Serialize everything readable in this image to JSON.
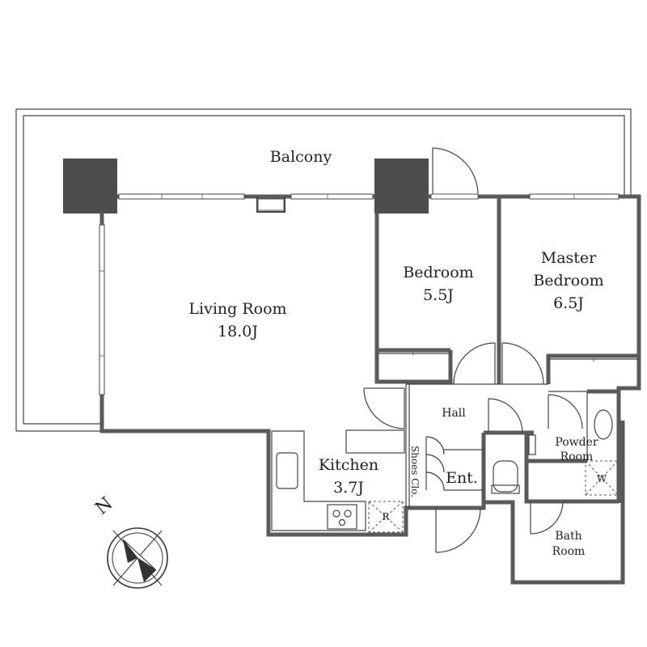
{
  "rooms": {
    "balcony": "Balcony",
    "living_name": "Living Room",
    "living_size": "18.0J",
    "bedroom_name": "Bedroom",
    "bedroom_size": "5.5J",
    "master_line1": "Master",
    "master_line2": "Bedroom",
    "master_size": "6.5J",
    "hall": "Hall",
    "kitchen_name": "Kitchen",
    "kitchen_size": "3.7J",
    "shoes": "Shoes Clo.",
    "entrance": "Ent.",
    "powder_line1": "Powder",
    "powder_line2": "Room",
    "bath_line1": "Bath",
    "bath_line2": "Room",
    "fridge": "R",
    "washer": "W"
  },
  "compass": {
    "north": "N"
  }
}
